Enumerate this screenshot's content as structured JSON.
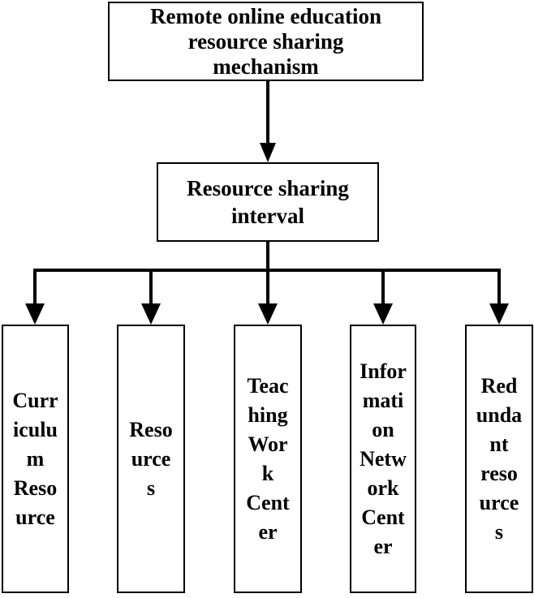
{
  "diagram": {
    "title_box": {
      "label": [
        "Remote online education",
        "resource sharing",
        "mechanism"
      ]
    },
    "interval_box": {
      "label": [
        "Resource sharing",
        "interval"
      ]
    },
    "leaf_boxes": [
      {
        "label": [
          "Curr",
          "iculu",
          "m",
          "Reso",
          "urce"
        ]
      },
      {
        "label": [
          "Reso",
          "urce",
          "s"
        ]
      },
      {
        "label": [
          "Teac",
          "hing",
          "Wor",
          "k",
          "Cent",
          "er"
        ]
      },
      {
        "label": [
          "Infor",
          "mati",
          "on",
          "Netw",
          "ork",
          "Cent",
          "er"
        ]
      },
      {
        "label": [
          "Red",
          "unda",
          "nt",
          "reso",
          "urce",
          "s"
        ]
      }
    ],
    "colors": {
      "line": "#000000",
      "text": "#000000",
      "box_border": "#000000",
      "box_background": "#ffffff",
      "page_background": "#ffffff"
    }
  }
}
